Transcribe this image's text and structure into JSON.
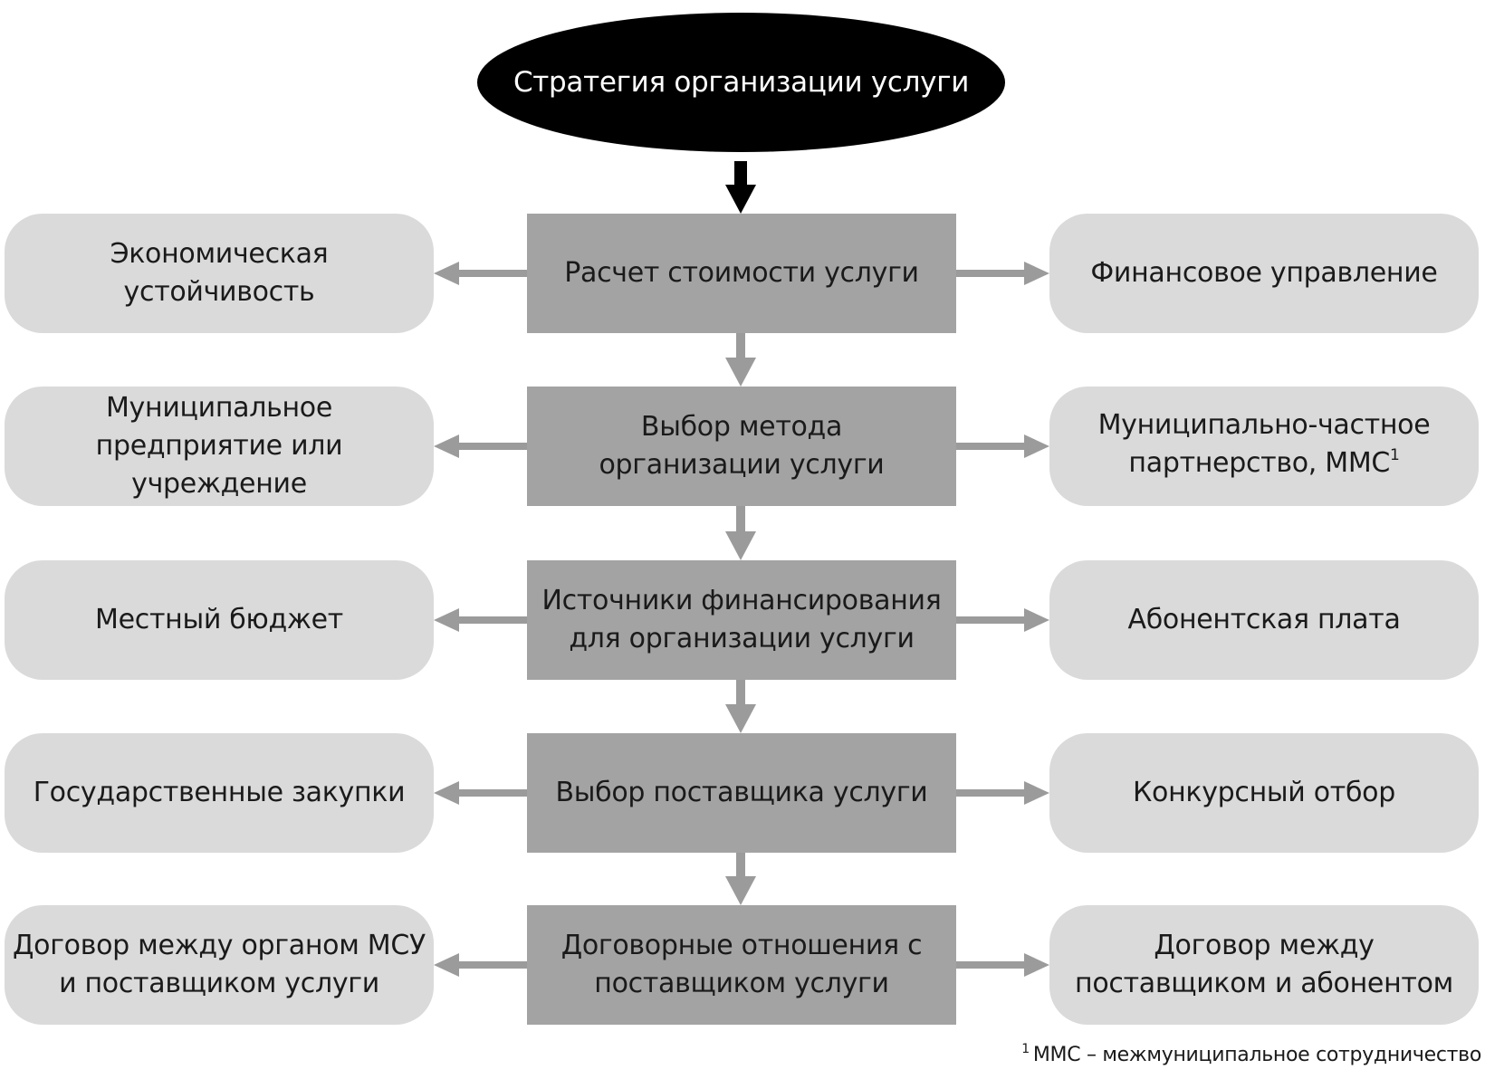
{
  "top": {
    "label": "Стратегия организации услуги"
  },
  "rows": [
    {
      "center": "Расчет стоимости услуги",
      "left": "Экономическая устойчивость",
      "right": "Финансовое управление"
    },
    {
      "center": "Выбор метода организации услуги",
      "left": "Муниципальное предприятие или учреждение",
      "right": "Муниципально-частное партнерство, ММС",
      "right_sup": "1"
    },
    {
      "center": "Источники финансирования для организации услуги",
      "left": "Местный бюджет",
      "right": "Абонентская плата"
    },
    {
      "center": "Выбор поставщика услуги",
      "left": "Государственные закупки",
      "right": "Конкурсный отбор"
    },
    {
      "center": "Договорные отношения с поставщиком услуги",
      "left": "Договор между органом МСУ и поставщиком услуги",
      "right": "Договор между поставщиком и абонентом"
    }
  ],
  "footnote": {
    "mark": "1",
    "text": "ММС – межмуниципальное сотрудничество"
  },
  "colors": {
    "top_ellipse": "#000000",
    "center_box": "#a3a3a3",
    "side_box": "#dadada",
    "gray_arrow": "#9b9b9b",
    "black_arrow": "#000000"
  }
}
